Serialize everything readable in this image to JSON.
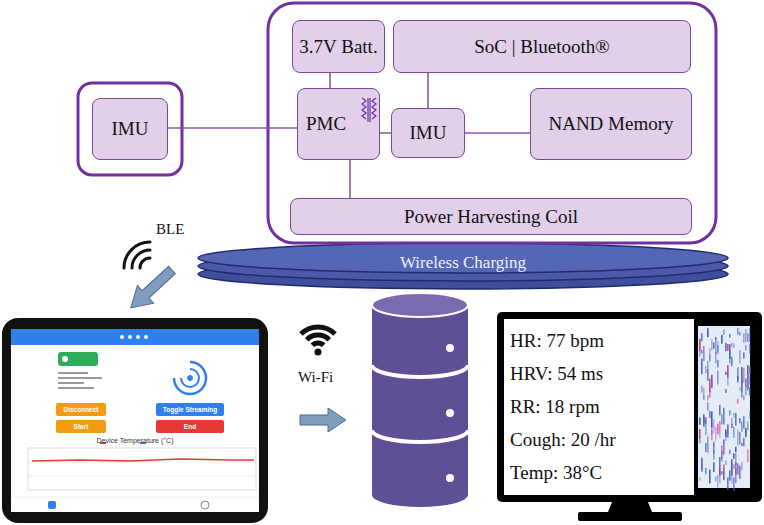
{
  "diagram": {
    "nodes": [
      {
        "text": [
          "IMU"
        ]
      },
      {
        "text": [
          "3.7V Batt."
        ]
      },
      {
        "text": [
          "SoC | Bluetooth®"
        ]
      },
      {
        "text": [
          "PMC"
        ]
      },
      {
        "text": [
          "IMU"
        ]
      },
      {
        "text": [
          "NAND Memory"
        ]
      },
      {
        "text": [
          "Power Harvesting Coil"
        ]
      },
      {
        "text": [
          "Wireless Charging"
        ]
      },
      {
        "text": [
          "HR: 77 bpm",
          "HRV: 54 ms",
          "RR: 18 rpm",
          "Cough: 20 /hr",
          "Temp: 38°C"
        ]
      }
    ],
    "edges": [
      {
        "from": 0,
        "to": 3,
        "arrow": "none"
      },
      {
        "from": 1,
        "to": 3,
        "arrow": "none"
      },
      {
        "from": 2,
        "to": 4,
        "arrow": "none"
      },
      {
        "from": 3,
        "to": 4,
        "arrow": "none"
      },
      {
        "from": 4,
        "to": 5,
        "arrow": "none"
      },
      {
        "from": 3,
        "to": 6,
        "arrow": "none"
      }
    ],
    "labels": [
      "BLE",
      "Wi-Fi",
      "Disconnect",
      "Toggle Streaming",
      "Start",
      "End",
      "Device Temperature (°C)"
    ]
  }
}
